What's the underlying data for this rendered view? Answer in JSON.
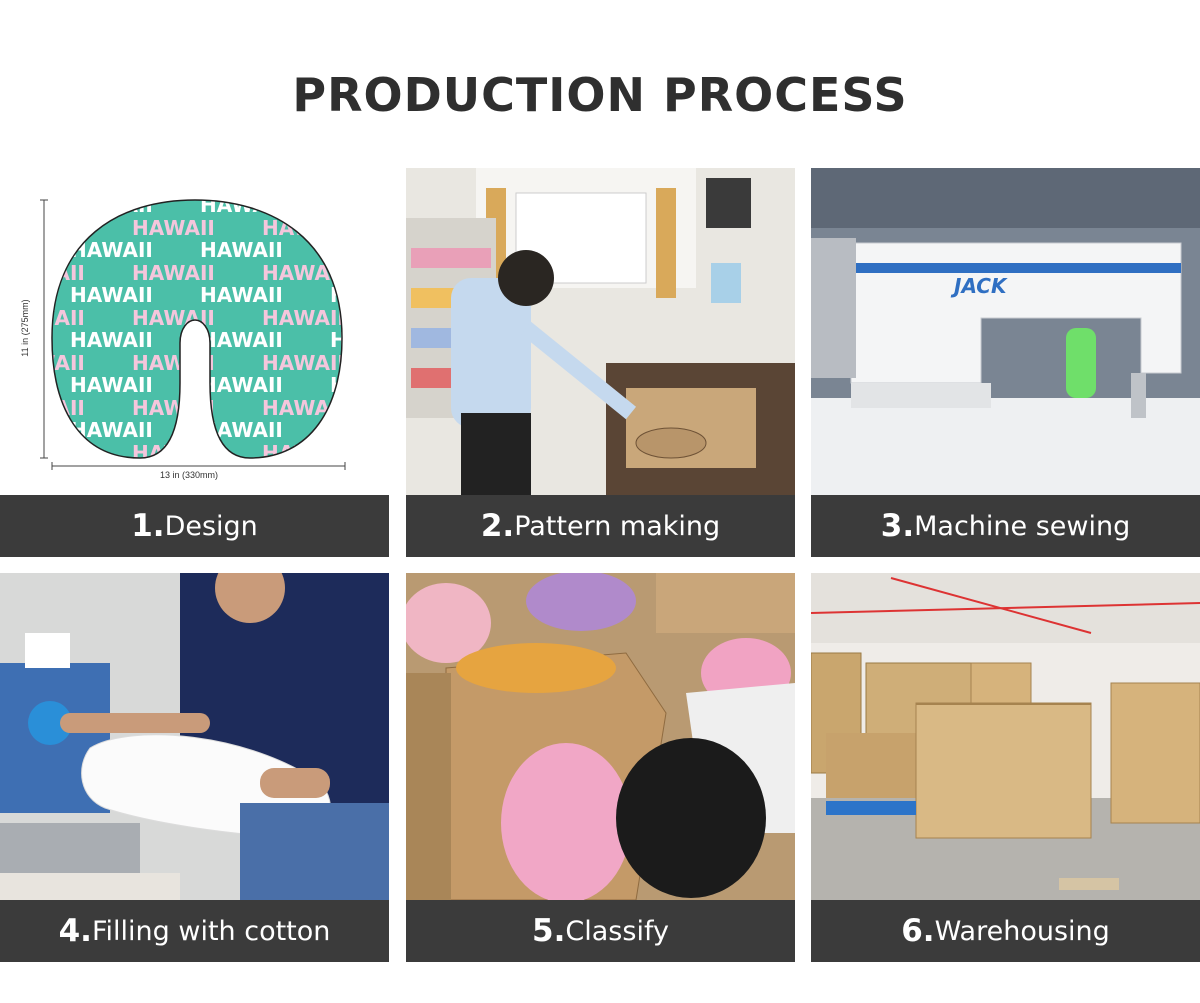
{
  "page": {
    "title": "PRODUCTION PROCESS"
  },
  "steps": [
    {
      "number": "1.",
      "label": "Design",
      "image": "u-shaped-neck-pillow-design-drawing",
      "dims": {
        "width": "13 in (330mm)",
        "height": "11 in (275mm)"
      },
      "pattern_text": "HAWAII"
    },
    {
      "number": "2.",
      "label": "Pattern making",
      "image": "worker-cutting-paper-pattern-photo"
    },
    {
      "number": "3.",
      "label": "Machine sewing",
      "image": "industrial-sewing-machine-photo",
      "machine_brand": "JACK"
    },
    {
      "number": "4.",
      "label": "Filling with cotton",
      "image": "worker-filling-pillow-photo"
    },
    {
      "number": "5.",
      "label": "Classify",
      "image": "sorted-fabric-pieces-in-boxes-photo"
    },
    {
      "number": "6.",
      "label": "Warehousing",
      "image": "warehouse-cardboard-boxes-photo"
    }
  ],
  "colors": {
    "caption_bg": "#3b3b3b",
    "title": "#2f2f2f",
    "pillow_teal": "#4bbfa8",
    "pillow_pink": "#f4c6dc"
  }
}
